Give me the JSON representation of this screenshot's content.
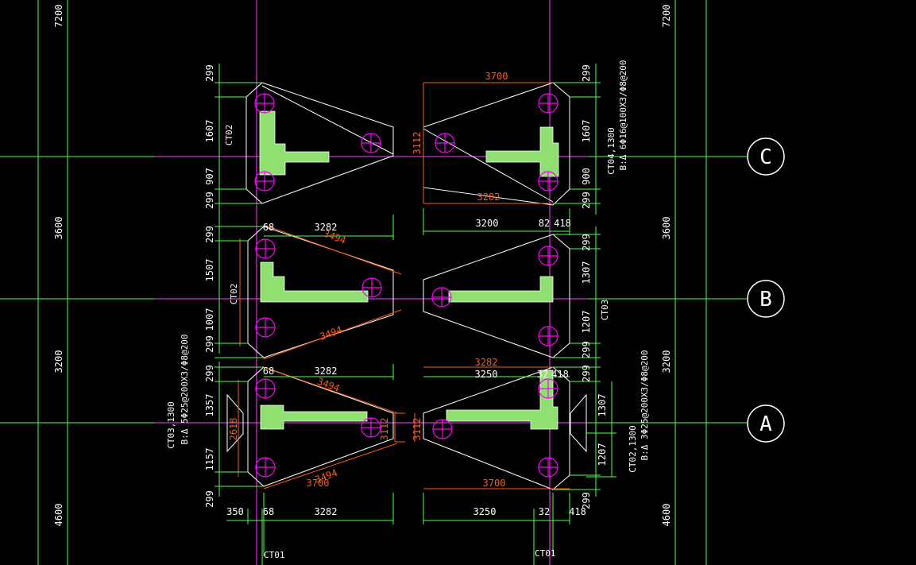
{
  "colors": {
    "background": "#000000",
    "grid_axis": "#ff40ff",
    "dim_green": "#50ff50",
    "outline_white": "#ffffff",
    "dim_orange": "#ff5a14",
    "hatch": "#8fe070",
    "pile": "#ff00ff"
  },
  "axes": {
    "c": "C",
    "b": "B",
    "a": "A"
  },
  "left_ruler": [
    "7200",
    "3600",
    "3200",
    "4600"
  ],
  "right_ruler": [
    "7200",
    "3600",
    "3200",
    "4600"
  ],
  "caps": {
    "ct02_c": "CT02",
    "ct04_label1": "CT04,1300",
    "ct04_label2": "B:Δ 6Φ16@100X3/Φ8@200",
    "ct02_b": "CT02",
    "ct03_b": "CT03",
    "ct03_a_label1": "CT03,1300",
    "ct03_a_label2": "B:Δ 5Φ25@200X3/Φ8@200",
    "ct02_a_label1": "CT02,1300",
    "ct02_a_label2": "B:Δ 3Φ25@200X3/Φ8@200",
    "ct01_left": "CT01",
    "ct01_right": "CT01"
  },
  "dims": {
    "d3700_top": "3700",
    "d3282_top": "3282",
    "d3112_top": "3112",
    "d3200_top": "3200",
    "d82": "82",
    "d418_top": "418",
    "l299_a": "299",
    "l1607": "1607",
    "l907": "907",
    "l299_b": "299",
    "r299_a": "299",
    "r1607": "1607",
    "r900": "900",
    "r299_b": "299",
    "d68_b": "68",
    "d3282_b": "3282",
    "d3494_b1": "3494",
    "d3494_b2": "3494",
    "l299_c": "299",
    "l1507": "1507",
    "l1007": "1007",
    "l299_d": "299",
    "r299_c": "299",
    "r1307": "1307",
    "r1207": "1207",
    "r299_d": "299",
    "d68_a": "68",
    "d3282_a": "3282",
    "d3494_a1": "3494",
    "d3494_a2": "3494",
    "d3700_a": "3700",
    "d3282_ar": "3282",
    "d3250_ar": "3250",
    "d32_ar": "32",
    "d418_ar": "418",
    "l299_e": "299",
    "l1357": "1357",
    "l1157": "1157",
    "l299_f": "299",
    "d2618": "2618",
    "d3112_a1": "3112",
    "d3112_a2": "3112",
    "r299_e": "299",
    "r1307_a": "1307",
    "r1207_a": "1207",
    "r299_f": "299",
    "d3700_bottom": "3700",
    "d350": "350",
    "d68_bottom": "68",
    "d3282_bottom": "3282",
    "d3250_bottom": "3250",
    "d32_bottom": "32",
    "d418_bottom": "418"
  }
}
